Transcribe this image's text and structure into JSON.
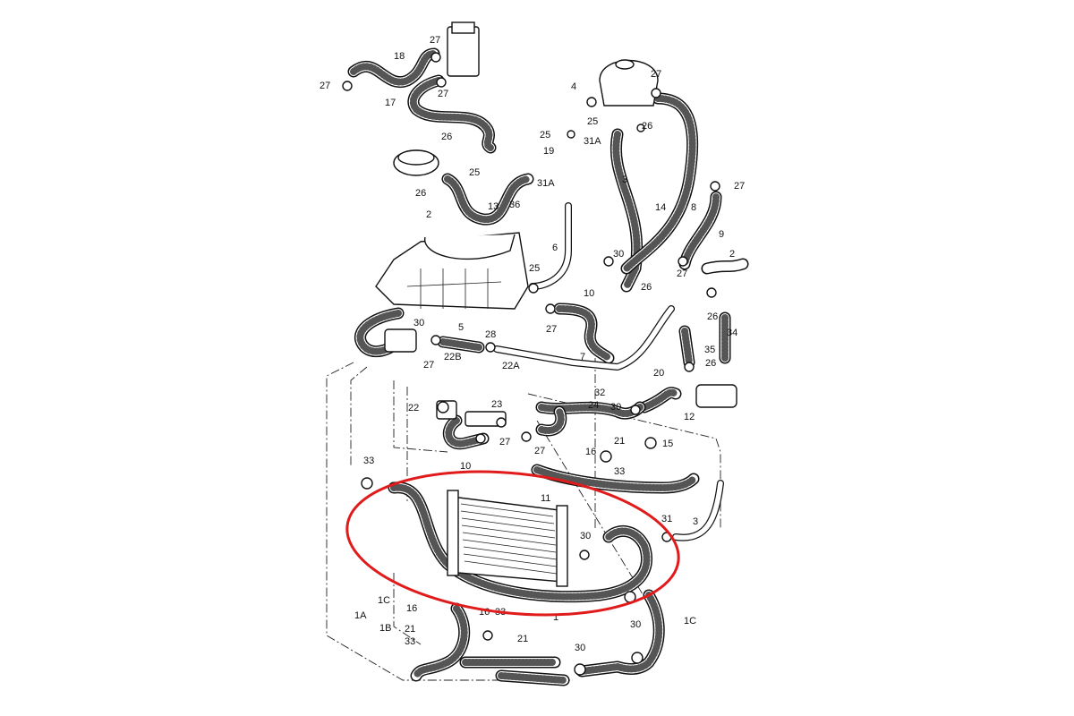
{
  "diagram": {
    "title": "Coolant hose system exploded parts diagram",
    "highlight_color": "#e01b1b",
    "callouts": [
      "27",
      "18",
      "27",
      "27",
      "17",
      "4",
      "27",
      "25",
      "26",
      "25",
      "31A",
      "26",
      "19",
      "25",
      "3",
      "27",
      "26",
      "31A",
      "13",
      "36",
      "14",
      "8",
      "2",
      "9",
      "6",
      "30",
      "2",
      "25",
      "27",
      "26",
      "10",
      "26",
      "30",
      "27",
      "5",
      "34",
      "35",
      "28",
      "27",
      "22B",
      "22A",
      "7",
      "26",
      "20",
      "32",
      "22",
      "23",
      "24",
      "30",
      "12",
      "27",
      "27",
      "21",
      "15",
      "16",
      "33",
      "10",
      "33",
      "11",
      "31",
      "3",
      "30",
      "1C",
      "1A",
      "16",
      "16",
      "33",
      "30",
      "1C",
      "1B",
      "21",
      "21",
      "33",
      "1",
      "30"
    ]
  }
}
